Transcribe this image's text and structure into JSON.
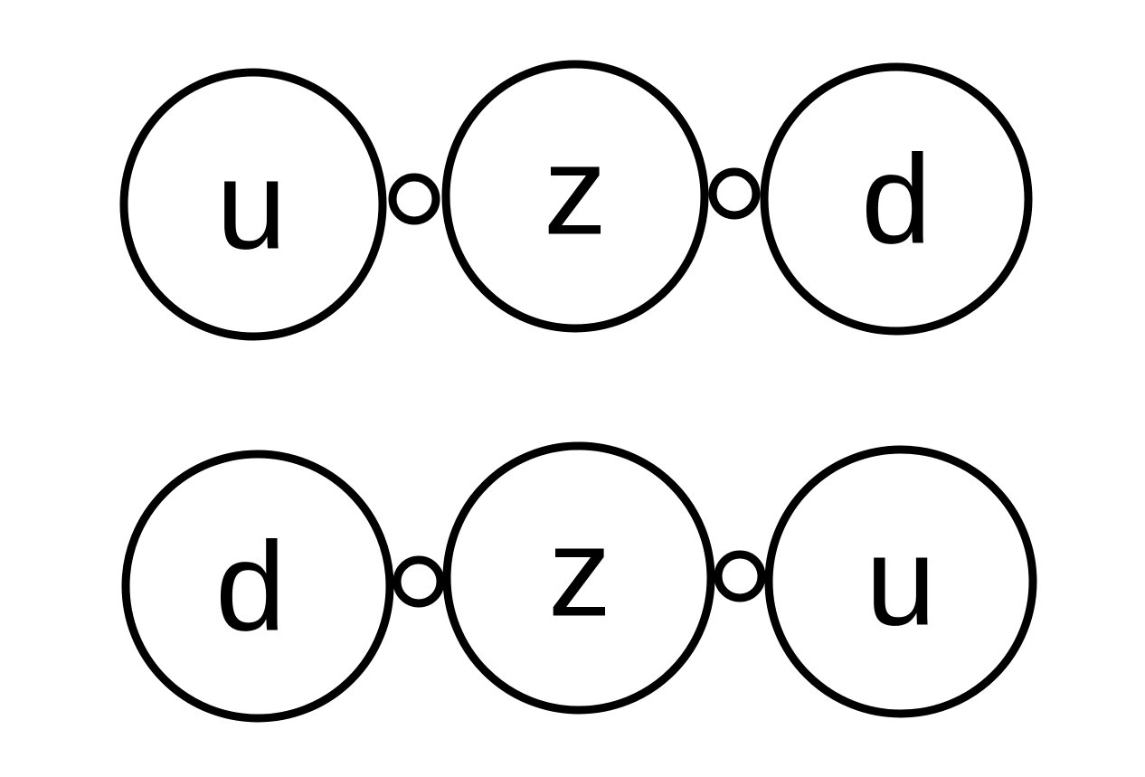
{
  "rows": [
    {
      "nodes": [
        {
          "label": "u"
        },
        {
          "label": "z"
        },
        {
          "label": "d"
        }
      ]
    },
    {
      "nodes": [
        {
          "label": "d"
        },
        {
          "label": "z"
        },
        {
          "label": "u"
        }
      ]
    }
  ],
  "colors": {
    "stroke": "#000000",
    "background": "#ffffff"
  }
}
